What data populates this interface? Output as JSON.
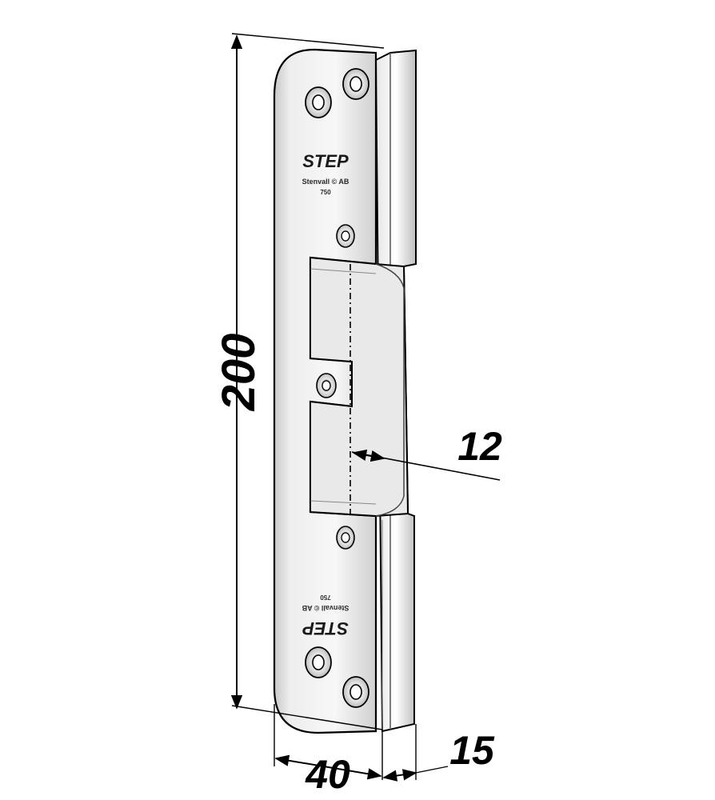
{
  "dimensions": {
    "height": "200",
    "width": "40",
    "depth": "15",
    "offset": "12"
  },
  "engraving": {
    "brand": "STEP",
    "maker": "Stenvall © AB",
    "code": "750"
  },
  "colors": {
    "plate_light": "#f4f4f4",
    "plate_mid": "#d9d9d9",
    "plate_dark": "#b0b0b0",
    "line": "#000000"
  }
}
